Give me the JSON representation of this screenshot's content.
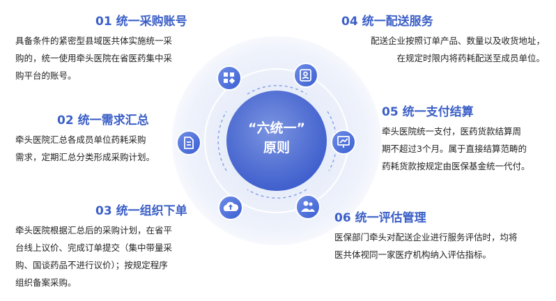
{
  "center": {
    "line1": "“六统一”",
    "line2": "原则"
  },
  "colors": {
    "accent": "#3b5fc7",
    "node": "#4e73da",
    "ring": "#e9eefb"
  },
  "items": [
    {
      "title": "01  统一采购账号",
      "lines": [
        "具备条件的紧密型县域医共体实施统一采",
        "购的，统一使用牵头医院在省医药集中采",
        "购平台的账号。"
      ],
      "icon": "apps-grid-icon"
    },
    {
      "title": "02  统一需求汇总",
      "lines": [
        "牵头医院汇总各成员单位药耗采购",
        "需求，定期汇总分类形成采购计划。"
      ],
      "icon": "document-list-icon"
    },
    {
      "title": "03  统一组织下单",
      "lines": [
        "牵头医院根据汇总后的采购计划，在省平",
        "台线上议价、完成订单提交（集中带量采",
        "购、国谈药品不进行议价）；按规定程序",
        "组织备案采购。"
      ],
      "icon": "cloud-upload-icon"
    },
    {
      "title": "04  统一配送服务",
      "lines": [
        "配送企业按照订单产品、数量以及收货地址，",
        "在规定时限内将药耗配送至成员单位。"
      ],
      "icon": "contact-card-icon"
    },
    {
      "title": "05  统一支付结算",
      "lines": [
        "牵头医院统一支付，医药货款结算周",
        "期不超过3个月。属于直接结算范畴的",
        "药耗货款按规定由医保基金统一代付。"
      ],
      "icon": "chart-monitor-icon"
    },
    {
      "title": "06  统一评估管理",
      "lines": [
        "医保部门牵头对配送企业进行服务评估时，均将",
        "医共体视同一家医疗机构纳入评估指标。"
      ],
      "icon": "users-icon"
    }
  ]
}
